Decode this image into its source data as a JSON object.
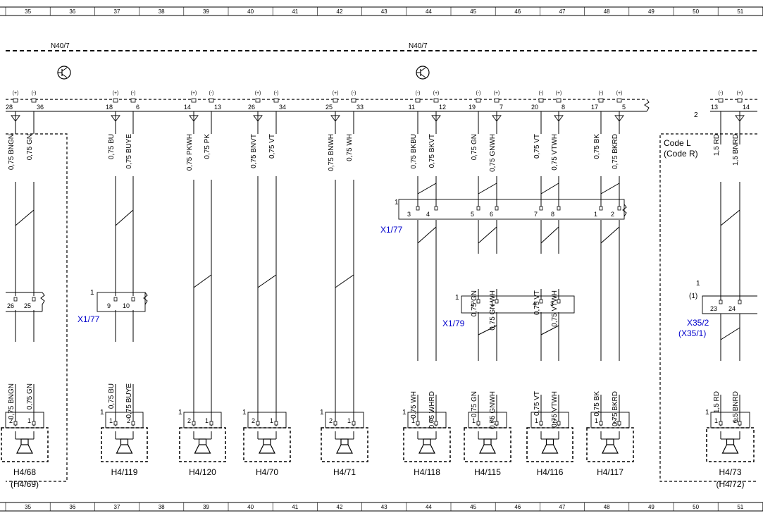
{
  "ruler": {
    "columns": [
      "35",
      "36",
      "37",
      "38",
      "39",
      "40",
      "41",
      "42",
      "43",
      "44",
      "45",
      "46",
      "47",
      "48",
      "49",
      "50",
      "51"
    ]
  },
  "module_labels": [
    "N40/7",
    "N40/7"
  ],
  "amp_pin_numbers": [
    [
      "28",
      "36"
    ],
    [
      "18",
      "6"
    ],
    [
      "14",
      "13"
    ],
    [
      "26",
      "34"
    ],
    [
      "25",
      "33"
    ],
    [
      "11",
      "12"
    ],
    [
      "19",
      "7"
    ],
    [
      "20",
      "8"
    ],
    [
      "17",
      "5"
    ],
    [
      "13",
      "14"
    ]
  ],
  "amp_pin_polarity": [
    [
      "+",
      "-"
    ],
    [
      "+",
      "-"
    ],
    [
      "+",
      "-"
    ],
    [
      "+",
      "-"
    ],
    [
      "+",
      "-"
    ],
    [
      "-",
      "+"
    ],
    [
      "-",
      "+"
    ],
    [
      "-",
      "+"
    ],
    [
      "-",
      "+"
    ],
    [
      "-",
      "+"
    ]
  ],
  "amp_side_numbers": [
    "2"
  ],
  "upper_wires": [
    [
      "0,75 BNGN",
      "0,75 GN"
    ],
    [
      "0,75 BU",
      "0,75 BUYE"
    ],
    [
      "0,75 PKWH",
      "0,75 PK"
    ],
    [
      "0,75 BNVT",
      "0,75 VT"
    ],
    [
      "0,75 BNWH",
      "0,75 WH"
    ],
    [
      "0,75 BKBU",
      "0,75 BKVT"
    ],
    [
      "0,75 GN",
      "0,75 GNWH"
    ],
    [
      "0,75 VT",
      "0,75 VTWH"
    ],
    [
      "0,75 BK",
      "0,75 BKRD"
    ],
    [
      "1,5 RD",
      "1,5 BNRD"
    ]
  ],
  "middle_wires": [
    [
      "0,75 GN",
      "0,75 GN WH"
    ],
    [
      "0,75 VT",
      "0,75 VTWH"
    ]
  ],
  "lower_wires": [
    [
      "0,75 BNGN",
      "0,75 GN"
    ],
    [
      "0,75 BU",
      "0,75 BUYE"
    ],
    [
      "0,75 WH",
      "0,75 WHRD"
    ],
    [
      "0,75 GN",
      "0,75 GNWH"
    ],
    [
      "0,75 VT",
      "0,75 VTWH"
    ],
    [
      "0,75 BK",
      "0,75 BKRD"
    ],
    [
      "1,5 RD",
      "1,5 BNRD"
    ]
  ],
  "connectors": {
    "x1_77_top": {
      "name": "X1/77",
      "pins": [
        "3",
        "4",
        "5",
        "6",
        "7",
        "8",
        "1",
        "2"
      ],
      "num": "1"
    },
    "x1_77_left": {
      "name": "X1/77",
      "pins": [
        "26",
        "25"
      ]
    },
    "x1_77_mid": {
      "name": "X1/77",
      "pins": [
        "9",
        "10"
      ],
      "num": "1"
    },
    "x1_79": {
      "name": "X1/79",
      "pins": [
        "2",
        "1",
        "4",
        "3"
      ],
      "num": "1"
    },
    "x35_2": {
      "name": "X35/2",
      "alt": "(X35/1)",
      "pins": [
        "23",
        "24"
      ],
      "num": "1",
      "num_alt": "(1)"
    }
  },
  "code_box": {
    "line1": "Code L",
    "line2": "(Code R)"
  },
  "speakers": [
    {
      "name": "H4/68",
      "alt": "(H4/69)",
      "pins": [
        "2",
        "1"
      ],
      "num": ""
    },
    {
      "name": "H4/119",
      "alt": "",
      "pins": [
        "1",
        "2"
      ],
      "num": "1"
    },
    {
      "name": "H4/120",
      "alt": "",
      "pins": [
        "2",
        "1"
      ],
      "num": "1"
    },
    {
      "name": "H4/70",
      "alt": "",
      "pins": [
        "2",
        "1"
      ],
      "num": "1"
    },
    {
      "name": "H4/71",
      "alt": "",
      "pins": [
        "2",
        "1"
      ],
      "num": "1"
    },
    {
      "name": "H4/118",
      "alt": "",
      "pins": [
        "1",
        "2"
      ],
      "num": "1"
    },
    {
      "name": "H4/115",
      "alt": "",
      "pins": [
        "1",
        "2"
      ],
      "num": ""
    },
    {
      "name": "H4/116",
      "alt": "",
      "pins": [
        "1",
        "2"
      ],
      "num": ""
    },
    {
      "name": "H4/117",
      "alt": "",
      "pins": [
        "1",
        "2"
      ],
      "num": ""
    },
    {
      "name": "H4/73",
      "alt": "(H4/72)",
      "pins": [
        "1",
        "2"
      ],
      "num": "1"
    }
  ]
}
